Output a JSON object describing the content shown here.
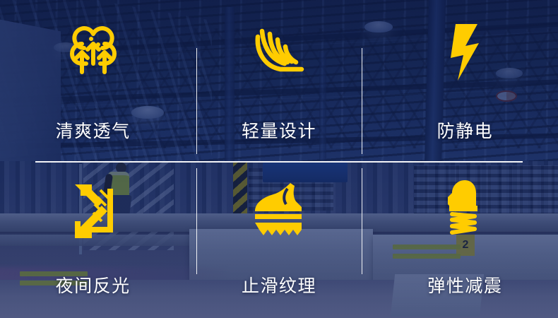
{
  "page": {
    "title": "劳保鞋产品特性展示",
    "background_description": "工业厂房内部（钢结构屋顶、传送带、穿反光背心的工人）",
    "overlay_color": "#16295f",
    "accent_color": "#FFCC00",
    "text_color": "#FFFFFF",
    "divider_color": "#FFFFFF"
  },
  "features": [
    {
      "id": "breathable",
      "label": "清爽透气",
      "icon": "breathable-airflow-icon",
      "icon_description": "三朵云形与向上箭头，表示透气排汗"
    },
    {
      "id": "lightweight",
      "label": "轻量设计",
      "icon": "feather-lightweight-icon",
      "icon_description": "羽毛线条造型，表示轻量"
    },
    {
      "id": "antistatic",
      "label": "防静电",
      "icon": "lightning-bolt-icon",
      "icon_description": "闪电符号，表示防静电"
    },
    {
      "id": "reflective",
      "label": "夜间反光",
      "icon": "reflective-arrows-icon",
      "icon_description": "双箭头射向反光面，表示夜间反光"
    },
    {
      "id": "antislip",
      "label": "止滑纹理",
      "icon": "shoe-antislip-sole-icon",
      "icon_description": "鞋子与锯齿鞋底，表示止滑纹理"
    },
    {
      "id": "cushion",
      "label": "弹性减震",
      "icon": "shoe-spring-cushion-icon",
      "icon_description": "鞋子踩在弹簧上，表示弹性减震"
    }
  ],
  "layout": {
    "columns": 3,
    "rows": 2,
    "divider_vertical_count": 4,
    "divider_horizontal_count": 1
  }
}
